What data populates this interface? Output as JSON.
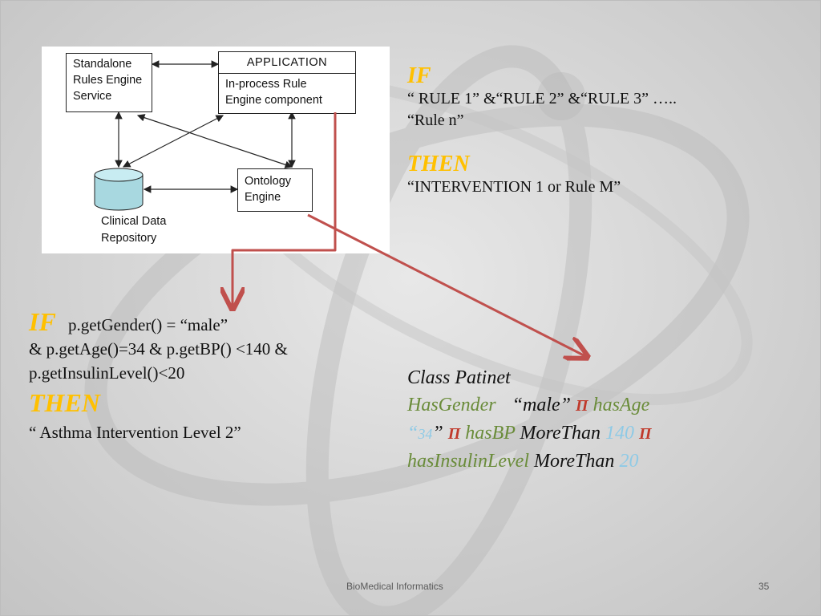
{
  "diagram": {
    "standalone": [
      "Standalone",
      "Rules Engine",
      "Service"
    ],
    "application_title": "APPLICATION",
    "application_body": [
      "In-process Rule",
      "Engine component"
    ],
    "ontology": [
      "Ontology",
      "Engine"
    ],
    "repository": [
      "Clinical Data",
      "Repository"
    ]
  },
  "right_rule": {
    "if_kw": "IF",
    "line1": "“ RULE 1” &“RULE 2” &“RULE 3” …..",
    "line2": "“Rule n”",
    "then_kw": "THEN",
    "line3": "“INTERVENTION 1 or Rule M”"
  },
  "left_rule": {
    "if_kw": "IF",
    "line1": "p.getGender() = “male”",
    "line2": "& p.getAge()=34 & p.getBP() <140 &",
    "line3": "p.getInsulinLevel()<20",
    "then_kw": "THEN",
    "line4": "“ Asthma Intervention Level 2”"
  },
  "ontology_class": {
    "title": "Class Patinet",
    "has_gender": "HasGender",
    "male": "“male”",
    "pi": "Π",
    "has_age": "hasAge",
    "age_open": "“",
    "age_val": "34",
    "age_close": "”",
    "has_bp": "hasBP",
    "more_than": "MoreThan",
    "bp_val": "140",
    "has_insulin": "hasInsulinLevel",
    "insulin_val": "20"
  },
  "footer": {
    "center": "BioMedical Informatics",
    "page": "35"
  },
  "colors": {
    "keyword": "#ffc000",
    "owl_property": "#6a8c3a",
    "owl_value": "#8ecae6",
    "pi_symbol": "#c0392b",
    "arrow": "#c0504d"
  }
}
